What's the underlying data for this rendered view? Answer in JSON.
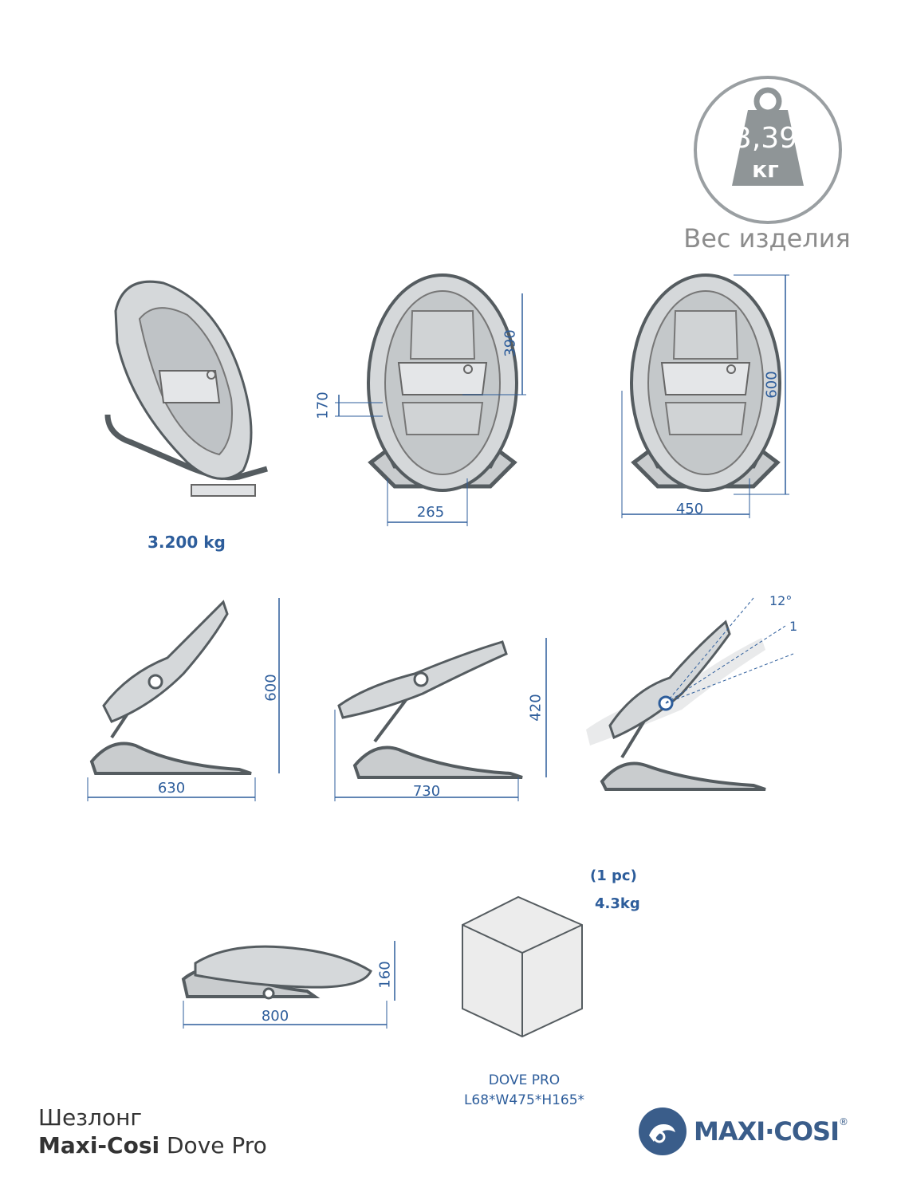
{
  "weight_badge": {
    "value": "3,39",
    "unit": "кг",
    "caption": "Вес изделия"
  },
  "front_views": {
    "weight_label": "3.200 kg",
    "dims": {
      "harness_top": "390",
      "crotch": "170",
      "seat_width": "265",
      "height": "600",
      "base_width": "450"
    }
  },
  "side_views": {
    "upright": {
      "height": "600",
      "length": "630"
    },
    "recline": {
      "height": "420",
      "length": "730"
    },
    "angles": {
      "a1": "12°",
      "a2": "1"
    }
  },
  "folded": {
    "height": "160",
    "length": "800"
  },
  "package": {
    "quantity": "(1 pc)",
    "weight": "4.3kg",
    "name": "DOVE PRO",
    "dimensions": "L68*W475*H165*"
  },
  "product_title": {
    "line1": "Шезлонг",
    "brand": "Maxi-Cosi",
    "model": "Dove Pro"
  },
  "brand_logo": {
    "text": "MAXI·COSI",
    "registered": "®",
    "color": "#3a5d8a"
  },
  "colors": {
    "dimension": "#2d5d9b",
    "badge": "#8f9597",
    "product_line": "#555c60",
    "product_fill": "#d5d8da"
  }
}
